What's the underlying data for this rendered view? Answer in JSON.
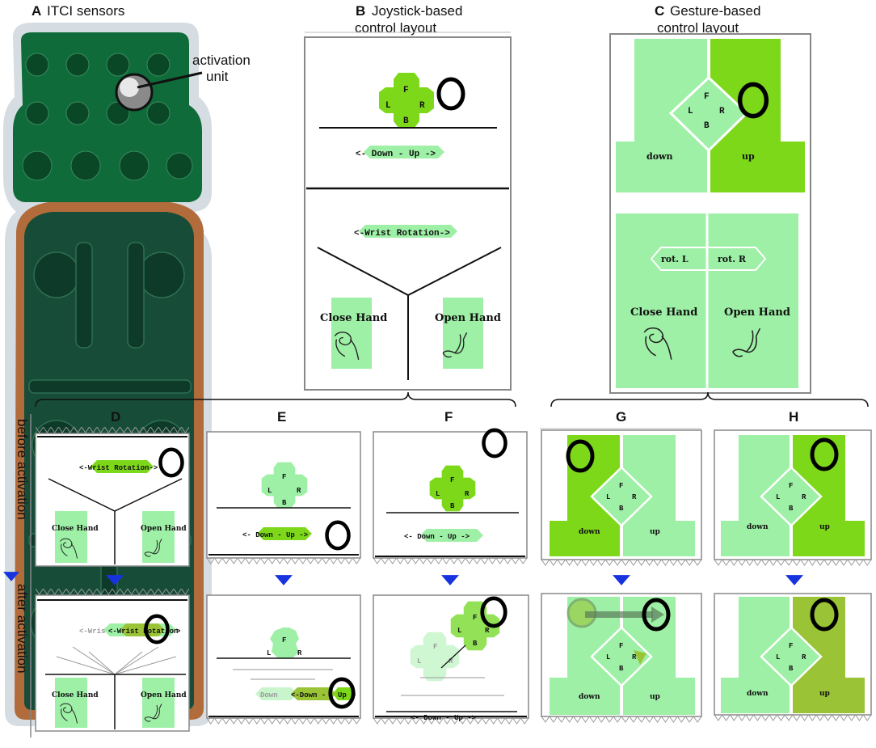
{
  "panels": {
    "A": {
      "letter": "A",
      "title": "ITCI sensors",
      "activation_label_1": "activation",
      "activation_label_2": "unit"
    },
    "B": {
      "letter": "B",
      "title_1": "Joystick-based",
      "title_2": "control layout"
    },
    "C": {
      "letter": "C",
      "title_1": "Gesture-based",
      "title_2": "control layout"
    },
    "D": {
      "letter": "D"
    },
    "E": {
      "letter": "E"
    },
    "F": {
      "letter": "F"
    },
    "G": {
      "letter": "G"
    },
    "H": {
      "letter": "H"
    }
  },
  "side_labels": {
    "before": "before activation",
    "after": "after activation"
  },
  "controls": {
    "dir_f": "F",
    "dir_l": "L",
    "dir_r": "R",
    "dir_b": "B",
    "down_up": "<- Down -  Up ->",
    "wrist_rotation": "<-Wrist Rotation->",
    "close_hand": "Close Hand",
    "open_hand": "Open Hand",
    "down": "down",
    "up": "up",
    "rot_l": "rot. L",
    "rot_r": "rot. R",
    "after_wrist_faded": "<-Wris",
    "after_wrist_dark": "<-Wrist Rotation",
    "after_wrist_end": ">",
    "after_down_faded": "Down",
    "after_down_dark": "<-Down -",
    "after_up": "Up",
    "after_dash": "-"
  },
  "colors": {
    "light_green": "#9ef0a6",
    "bright_green": "#7dd81a",
    "olive_green": "#9ac435",
    "pcb_green": "#0f6b3a",
    "arrow_blue": "#1733e0"
  }
}
